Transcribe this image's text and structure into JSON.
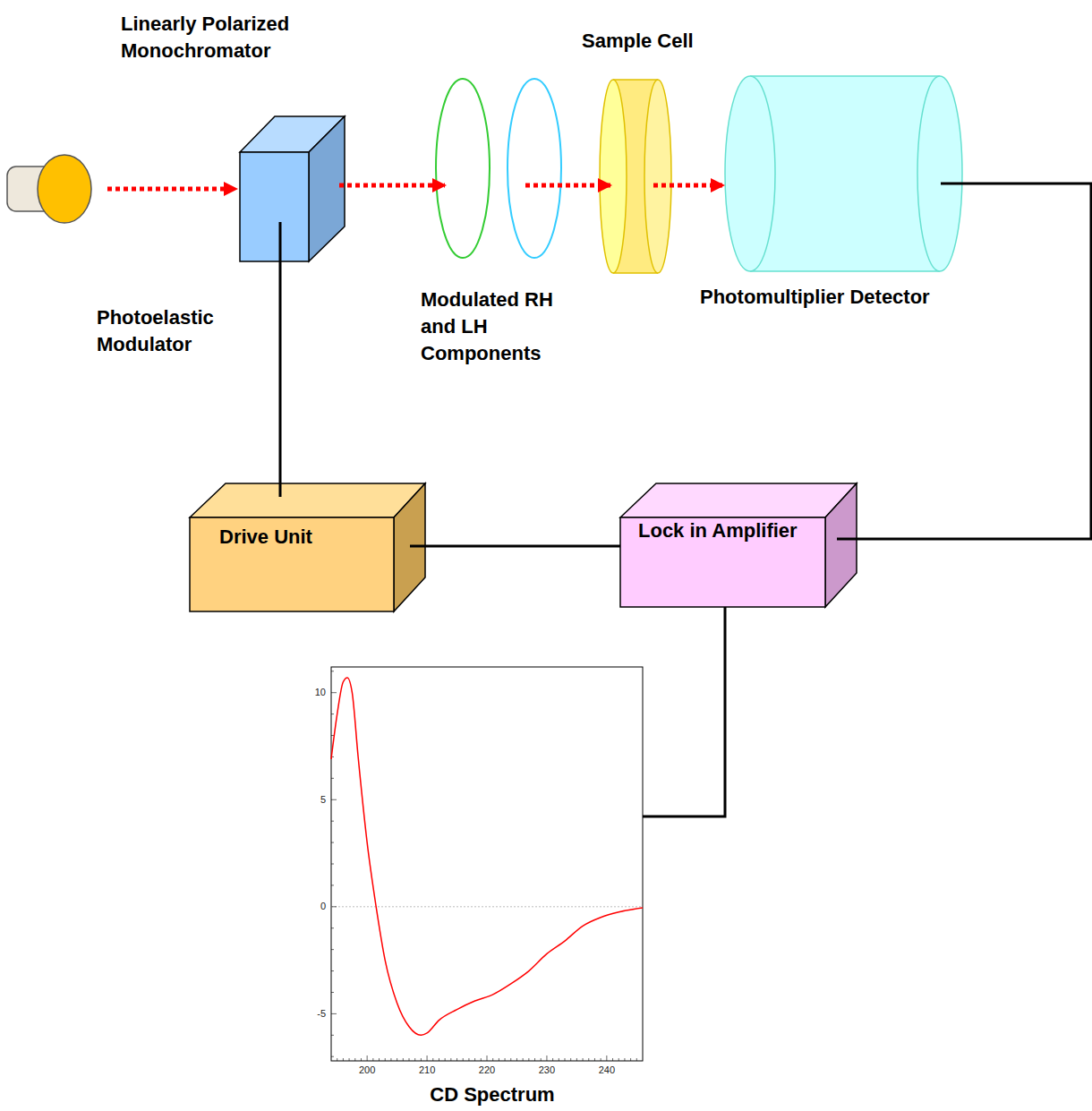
{
  "diagram": {
    "nodes": [
      {
        "text": [
          "Linearly Polarized Monochromator",
          "Photoelastic Modulator"
        ]
      },
      {
        "text": [
          "Modulated RH and LH Components"
        ]
      },
      {
        "text": [
          "Sample Cell"
        ]
      },
      {
        "text": [
          "Photomultiplier Detector"
        ]
      },
      {
        "text": [
          "Drive Unit"
        ]
      },
      {
        "text": [
          "Lock in Amplifier"
        ]
      },
      {
        "text": [
          "CD Spectrum"
        ]
      }
    ],
    "edges": [
      {
        "from": 0,
        "to": 1,
        "arrow": "to"
      },
      {
        "from": 1,
        "to": 2,
        "arrow": "to"
      },
      {
        "from": 2,
        "to": 3,
        "arrow": "to"
      },
      {
        "from": 0,
        "to": 4,
        "arrow": "none"
      },
      {
        "from": 4,
        "to": 5,
        "arrow": "none"
      },
      {
        "from": 3,
        "to": 5,
        "arrow": "none"
      },
      {
        "from": 5,
        "to": 6,
        "arrow": "none"
      }
    ],
    "labels": [
      "10",
      "5",
      "0",
      "-5",
      "200",
      "210",
      "220",
      "230",
      "240"
    ]
  }
}
